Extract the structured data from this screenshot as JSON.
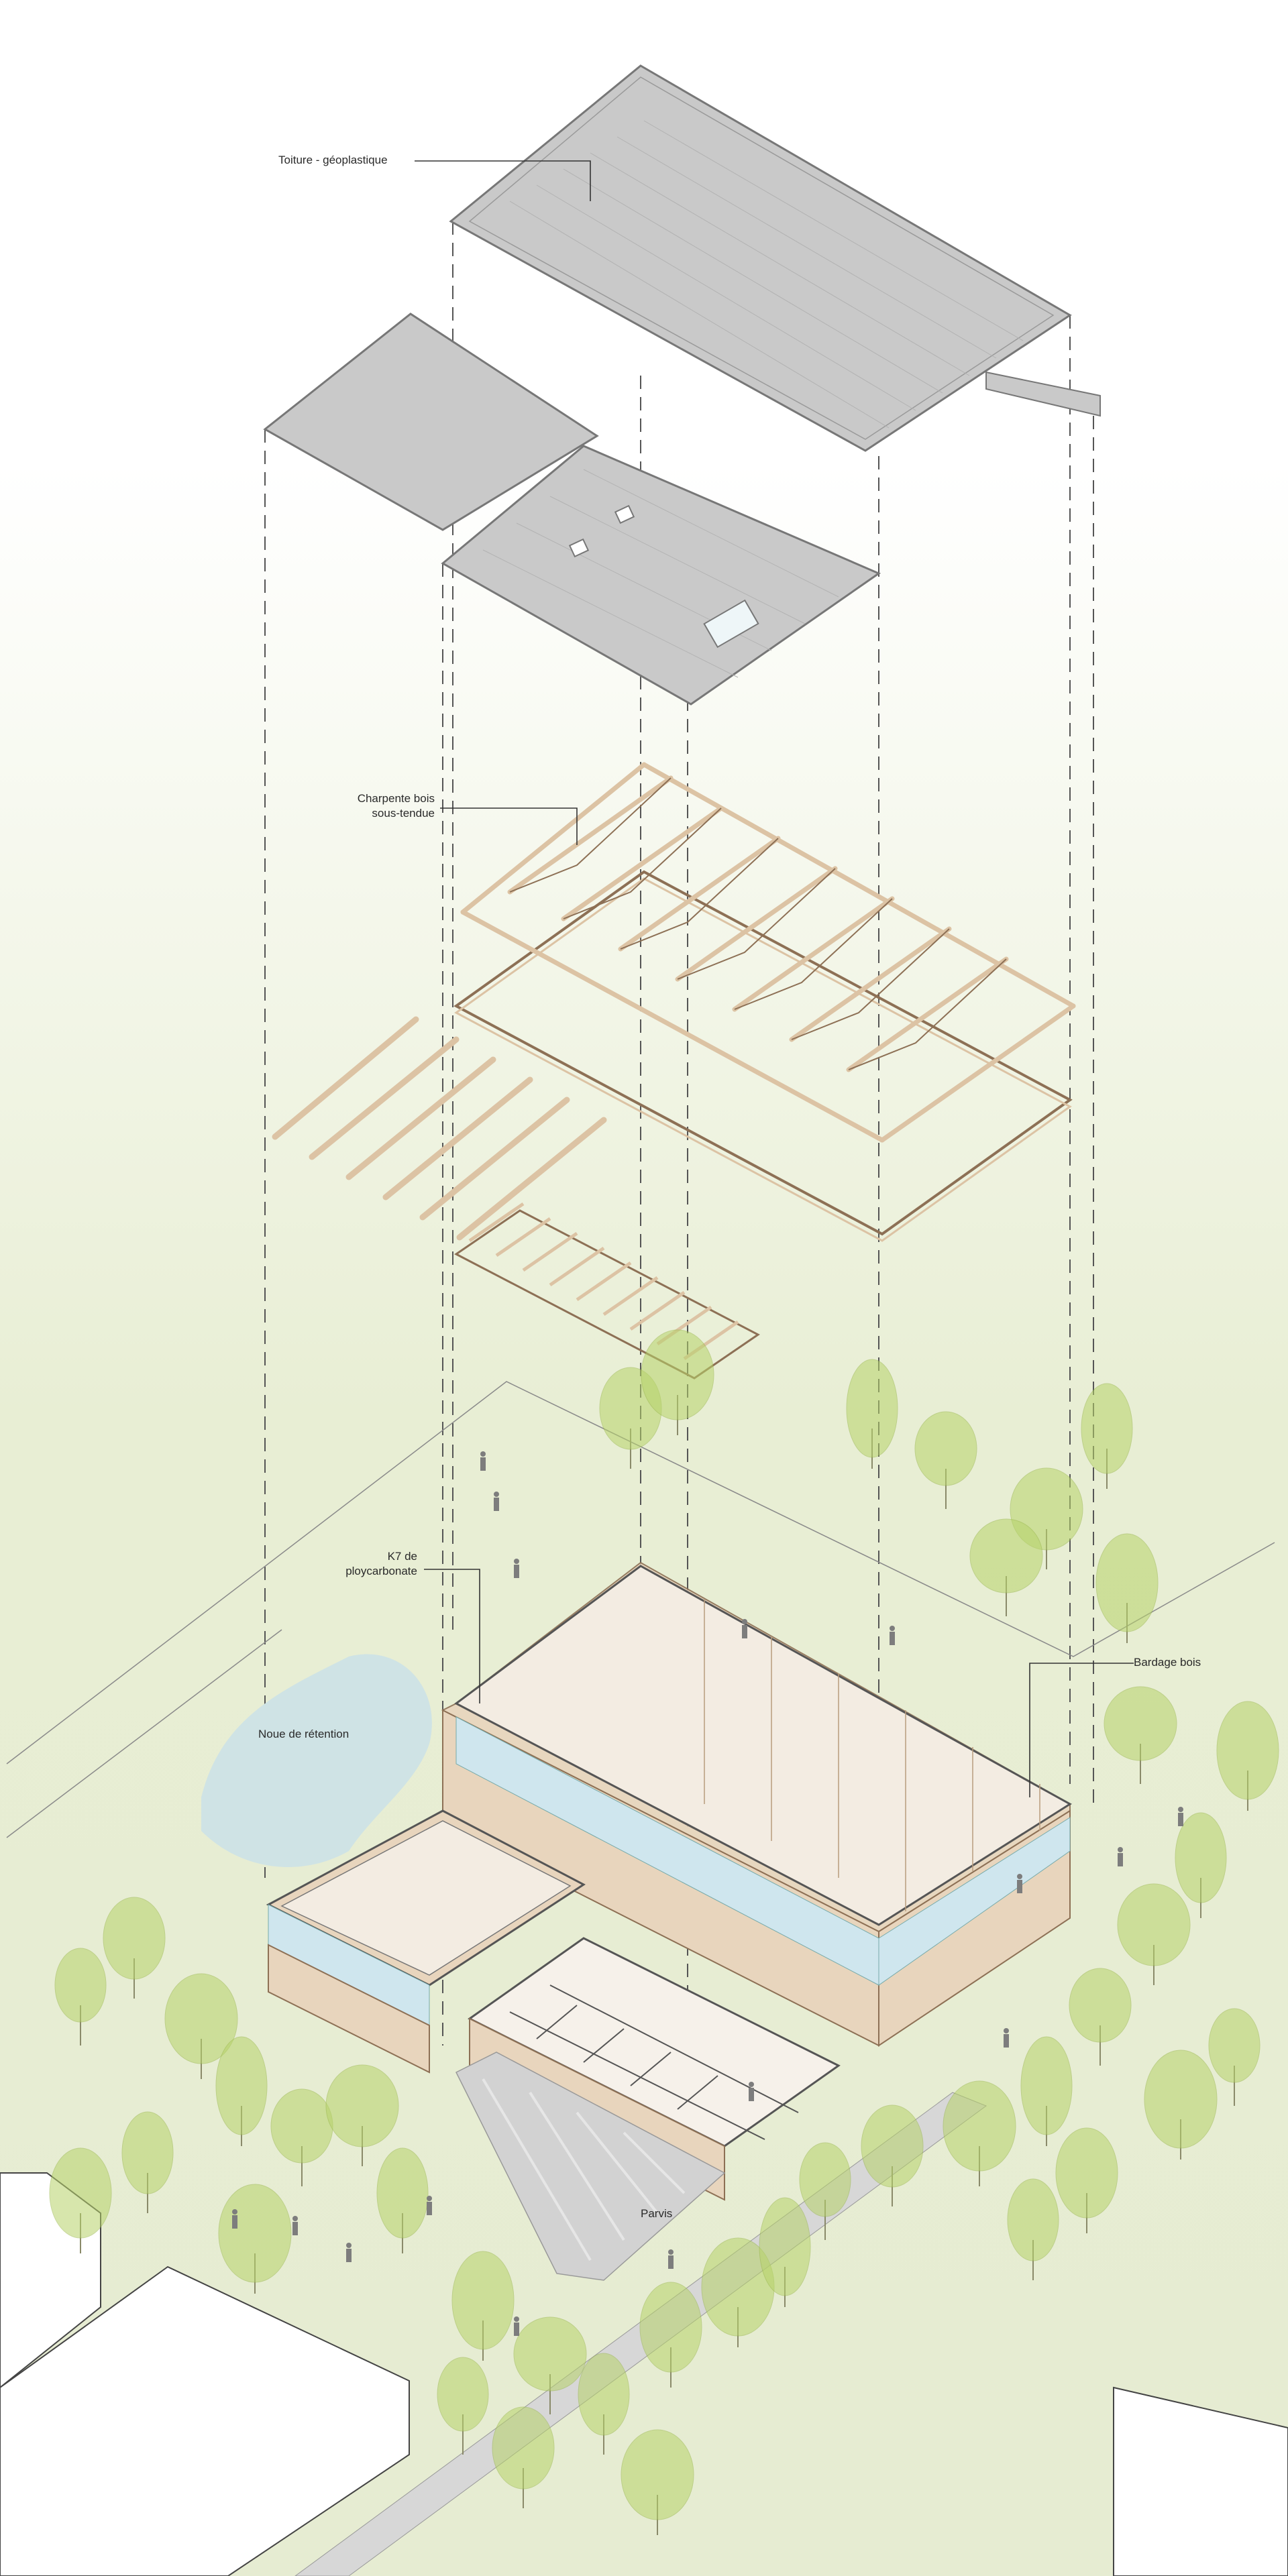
{
  "diagram": {
    "labels": {
      "roof": "Toiture - géoplastique",
      "frame_line1": "Charpente bois",
      "frame_line2": "sous-tendue",
      "k7_line1": "K7 de",
      "k7_line2": "ploycarbonate",
      "cladding": "Bardage bois",
      "retention": "Noue de rétention",
      "forecourt": "Parvis"
    },
    "colors": {
      "sky_top": "#ffffff",
      "ground": "#e6ecd2",
      "roof_fill": "#c9c9c9",
      "roof_edge": "#7a7a7a",
      "timber": "#dcc3a4",
      "timber_edge": "#8d7055",
      "wall_wood": "#e8d5bd",
      "glazing": "#cfe6ee",
      "tree": "#b7d36a",
      "retention_pond": "#cfe3e5",
      "neighbor_building": "#ffffff"
    }
  }
}
